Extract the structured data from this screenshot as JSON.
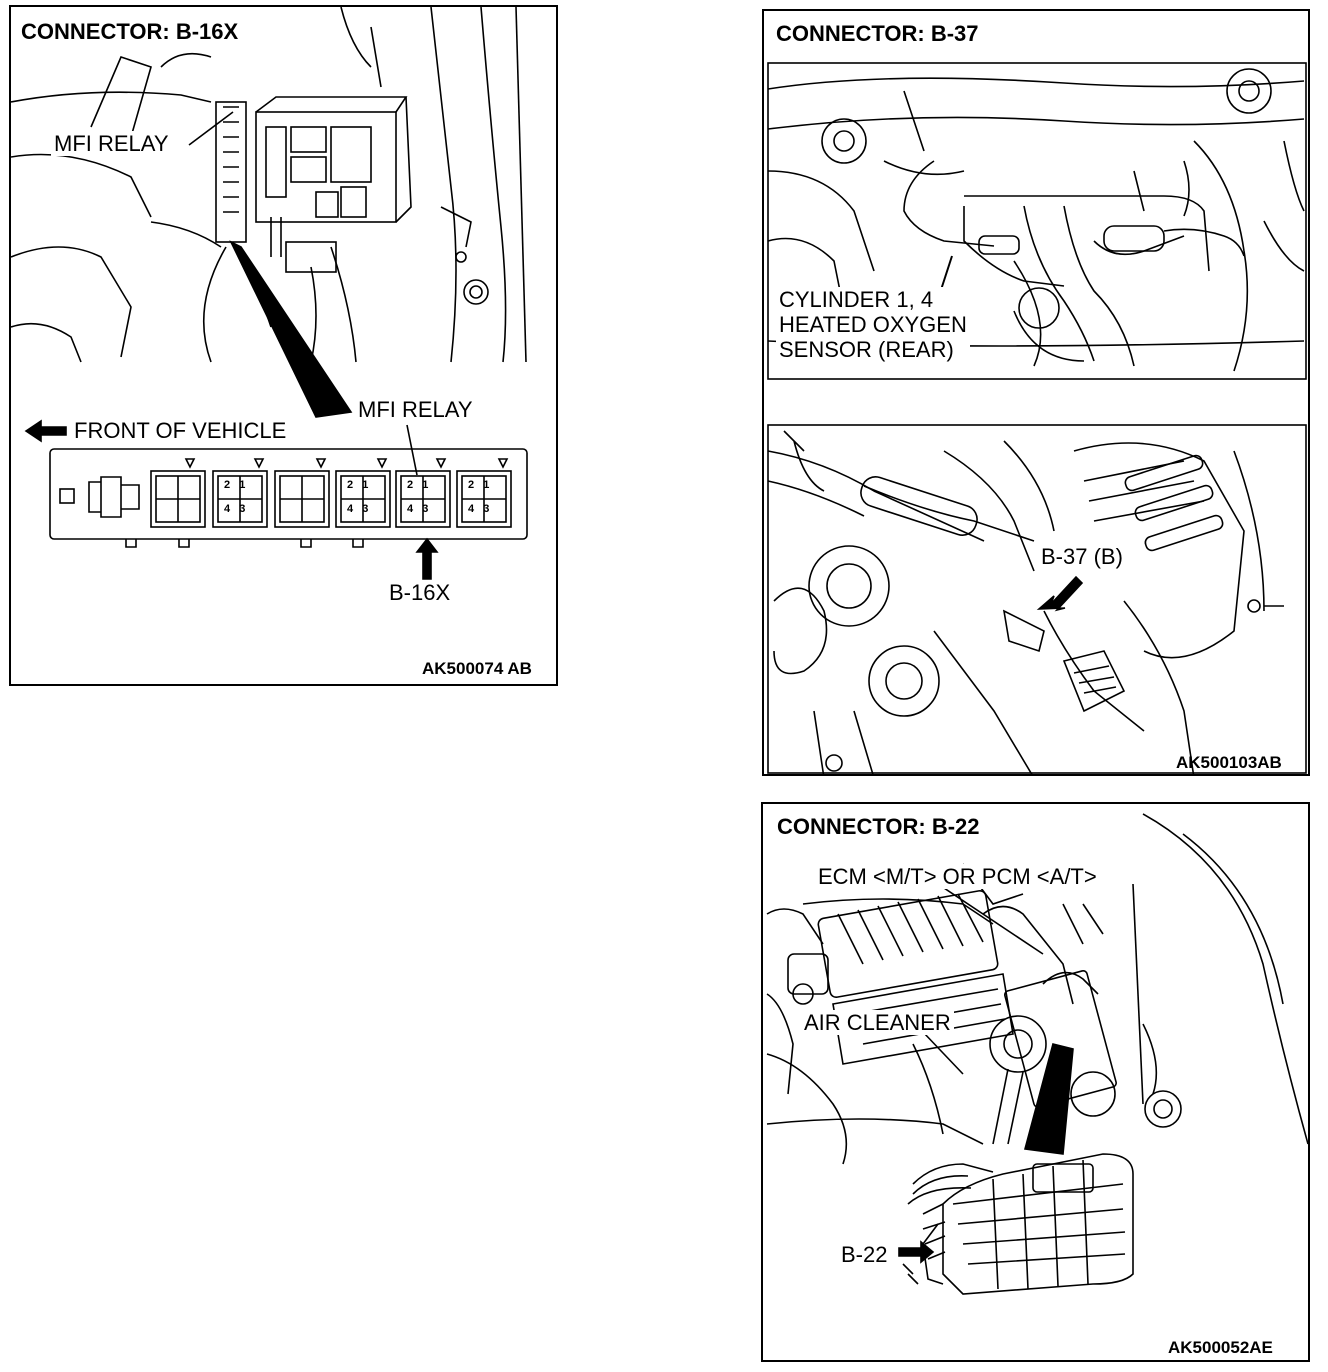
{
  "panels": {
    "b16x": {
      "title": "CONNECTOR: B-16X",
      "code": "AK500074 AB",
      "labels": {
        "mfi_relay_top": "MFI RELAY",
        "front_of_vehicle": "FRONT OF VEHICLE",
        "mfi_relay_diagram": "MFI RELAY",
        "connector": "B-16X"
      },
      "terminals": [
        "2",
        "1",
        "4",
        "3"
      ]
    },
    "b37": {
      "title": "CONNECTOR: B-37",
      "code": "AK500103AB",
      "labels": {
        "sensor_lines": [
          "CYLINDER 1, 4",
          "HEATED OXYGEN",
          "SENSOR (REAR)"
        ],
        "connector": "B-37 (B)"
      }
    },
    "b22": {
      "title": "CONNECTOR: B-22",
      "code": "AK500052AE",
      "labels": {
        "ecm": "ECM <M/T> OR PCM <A/T>",
        "air_cleaner": "AIR CLEANER",
        "connector": "B-22"
      }
    }
  }
}
